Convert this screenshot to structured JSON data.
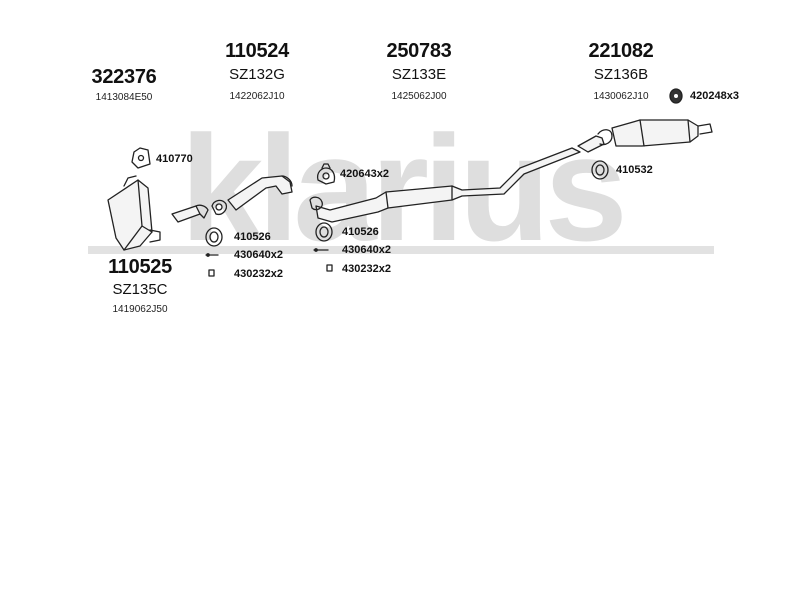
{
  "watermark": {
    "text": "klarius",
    "color": "#d9d9d9"
  },
  "groups": [
    {
      "part_no": "322376",
      "code": "",
      "oem": "1413084E50"
    },
    {
      "part_no": "110524",
      "code": "SZ132G",
      "oem": "1422062J10"
    },
    {
      "part_no": "250783",
      "code": "SZ133E",
      "oem": "1425062J00"
    },
    {
      "part_no": "221082",
      "code": "SZ136B",
      "oem": "1430062J10"
    },
    {
      "part_no": "110525",
      "code": "SZ135C",
      "oem": "1419062J50"
    }
  ],
  "fittings": {
    "f410770": "410770",
    "f420643": "420643x2",
    "f420248": "420248x3",
    "f410532": "410532",
    "left_410526": "410526",
    "left_430640": "430640x2",
    "left_430232": "430232x2",
    "mid_410526": "410526",
    "mid_430640": "430640x2",
    "mid_430232": "430232x2"
  }
}
